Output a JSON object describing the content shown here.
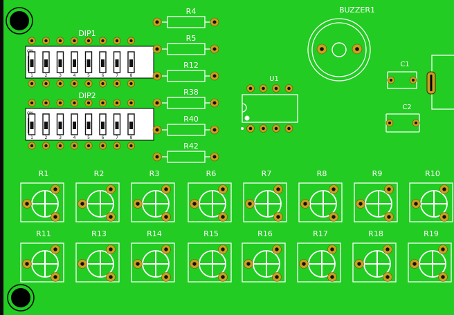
{
  "board": {
    "background_color": "#22cc22",
    "pad_color": "#c8a020",
    "silk_color": "#ffffff",
    "mounting_holes": [
      "mounting-hole-top-left",
      "mounting-hole-bottom-left"
    ]
  },
  "dips": [
    {
      "ref": "DIP1",
      "on_label": "ON",
      "switch_numbers": [
        "1",
        "2",
        "3",
        "4",
        "5",
        "6",
        "7",
        "8"
      ]
    },
    {
      "ref": "DIP2",
      "on_label": "ON",
      "switch_numbers": [
        "1",
        "2",
        "3",
        "4",
        "5",
        "6",
        "7",
        "8"
      ]
    }
  ],
  "resistors": [
    "R4",
    "R5",
    "R12",
    "R38",
    "R40",
    "R42"
  ],
  "ic": {
    "ref": "U1"
  },
  "buzzer": {
    "ref": "BUZZER1"
  },
  "capacitors": [
    "C1",
    "C2"
  ],
  "trimpots": {
    "row1": [
      "R1",
      "R2",
      "R3",
      "R6",
      "R7",
      "R8",
      "R9",
      "R10"
    ],
    "row2": [
      "R11",
      "R13",
      "R14",
      "R15",
      "R16",
      "R17",
      "R18",
      "R19"
    ]
  }
}
